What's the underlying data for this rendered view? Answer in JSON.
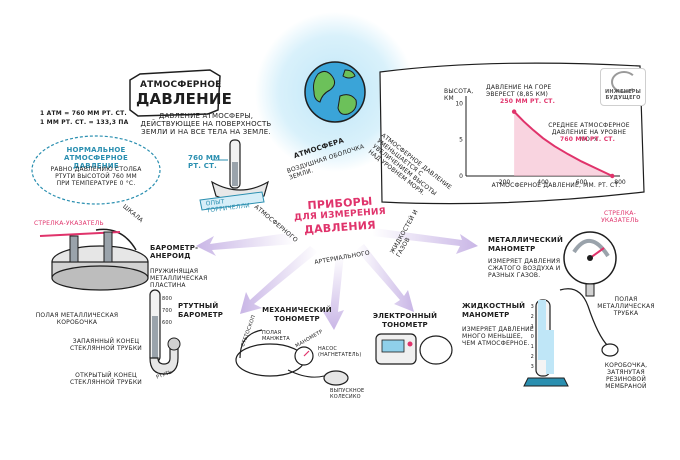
{
  "header": {
    "title_line1": "АТМОСФЕРНОЕ",
    "title_line2": "ДАВЛЕНИЕ",
    "definition": "ДАВЛЕНИЕ АТМОСФЕРЫ, ДЕЙСТВУЮЩЕЕ НА ПОВЕРХНОСТЬ ЗЕМЛИ И НА ВСЕ ТЕЛА НА ЗЕМЛЕ.",
    "conversion_line1": "1 АТМ = 760 ММ РТ. СТ.",
    "conversion_line2": "1 ММ РТ. СТ. = 133,3 ПА"
  },
  "normal_pressure": {
    "title": "НОРМАЛЬНОЕ АТМОСФЕРНОЕ ДАВЛЕНИЕ",
    "text": "РАВНО ДАВЛЕНИЮ СТОЛБА РТУТИ ВЫСОТОЙ 760 ММ ПРИ ТЕМПЕРАТУРЕ 0 °С.",
    "torricelli_value": "760 ММ РТ. СТ.",
    "torricelli_label": "ОПЫТ ТОРРИЧЕЛЛИ"
  },
  "atmosphere": {
    "title": "АТМОСФЕРА",
    "text": "ВОЗДУШНАЯ ОБОЛОЧКА ЗЕМЛИ.",
    "decrease_text": "АТМОСФЕРНОЕ ДАВЛЕНИЕ УМЕНЬШАЕТСЯ С УВЕЛИЧЕНИЕМ ВЫСОТЫ НАД УРОВНЕМ МОРЯ."
  },
  "logo": {
    "line1": "ИНЖЕНЕРЫ",
    "line2": "БУДУЩЕГО"
  },
  "chart": {
    "ylabel_line1": "ВЫСОТА,",
    "ylabel_line2": "КМ",
    "xlabel": "АТМОСФЕРНОЕ ДАВЛЕНИЕ, ММ. РТ. СТ.",
    "yticks": [
      "10",
      "5",
      "0"
    ],
    "xticks": [
      "200",
      "400",
      "600",
      "800"
    ],
    "everest_label": "ДАВЛЕНИЕ НА ГОРЕ ЭВЕРЕСТ (8,85 КМ)",
    "everest_value": "250 ММ РТ. СТ.",
    "sea_label": "СРЕДНЕЕ АТМОСФЕРНОЕ ДАВЛЕНИЕ НА УРОВНЕ МОРЯ",
    "sea_value": "760 ММ РТ. СТ."
  },
  "chart_data": {
    "type": "line",
    "x": [
      250,
      300,
      350,
      400,
      460,
      530,
      600,
      680,
      760
    ],
    "y": [
      8.85,
      7.5,
      6.3,
      5.2,
      4.1,
      3.0,
      2.0,
      1.0,
      0
    ],
    "xlim": [
      0,
      800
    ],
    "ylim": [
      0,
      11
    ],
    "xlabel": "АТМОСФЕРНОЕ ДАВЛЕНИЕ, ММ. РТ. СТ.",
    "ylabel": "ВЫСОТА, КМ",
    "xticks": [
      200,
      400,
      600,
      800
    ],
    "yticks": [
      0,
      5,
      10
    ]
  },
  "center": {
    "title_line1": "ПРИБОРЫ",
    "title_line2": "ДЛЯ ИЗМЕРЕНИЯ",
    "title_line3": "ДАВЛЕНИЯ",
    "branch_atmospheric": "АТМОСФЕРНОГО",
    "branch_arterial": "АРТЕРИАЛЬНОГО",
    "branch_liquids": "ЖИДКОСТЕЙ И ГАЗОВ"
  },
  "aneroid": {
    "title": "БАРОМЕТР-АНЕРОИД",
    "pointer_label": "СТРЕЛКА-УКАЗАТЕЛЬ",
    "scale_label": "ШКАЛА",
    "spring_label": "ПРУЖИНЯЩАЯ МЕТАЛЛИЧЕСКАЯ ПЛАСТИНА",
    "box_label": "ПОЛАЯ МЕТАЛЛИЧЕСКАЯ КОРОБОЧКА"
  },
  "mercury": {
    "title_line1": "РТУТНЫЙ",
    "title_line2": "БАРОМЕТР",
    "scale": [
      "800",
      "700",
      "600"
    ],
    "closed_end": "ЗАПАЯННЫЙ КОНЕЦ СТЕКЛЯННОЙ ТРУБКИ",
    "open_end": "ОТКРЫТЫЙ КОНЕЦ СТЕКЛЯННОЙ ТРУБКИ",
    "mercury_label": "РТУТЬ"
  },
  "mechanical": {
    "title_line1": "МЕХАНИЧЕСКИЙ",
    "title_line2": "ТОНОМЕТР",
    "stethoscope": "СТЕТОСКОП",
    "cuff": "ПОЛАЯ МАНЖЕТА",
    "manometer": "МАНОМЕТР",
    "pump": "НАСОС (НАГНЕТАТЕЛЬ)",
    "valve": "ВЫПУСКНОЕ КОЛЕСИКО"
  },
  "electronic": {
    "title_line1": "ЭЛЕКТРОННЫЙ",
    "title_line2": "ТОНОМЕТР"
  },
  "liquid": {
    "title_line1": "ЖИДКОСТНЫЙ",
    "title_line2": "МАНОМЕТР",
    "text": "ИЗМЕРЯЕТ ДАВЛЕНИЕ МНОГО МЕНЬШЕЕ, ЧЕМ АТМОСФЕРНОЕ.",
    "scale": [
      "3",
      "2",
      "1",
      "0",
      "1",
      "2",
      "3"
    ],
    "box_label": "КОРОБОЧКА, ЗАТЯНУТАЯ РЕЗИНОВОЙ МЕМБРАНОЙ"
  },
  "metal": {
    "title_line1": "МЕТАЛЛИЧЕСКИЙ",
    "title_line2": "МАНОМЕТР",
    "text": "ИЗМЕРЯЕТ ДАВЛЕНИЯ СЖАТОГО ВОЗДУХА И РАЗНЫХ ГАЗОВ.",
    "pointer_label": "СТРЕЛКА-УКАЗАТЕЛЬ",
    "tube_label": "ПОЛАЯ МЕТАЛЛИЧЕСКАЯ ТРУБКА"
  },
  "colors": {
    "accent_pink": "#e0336b",
    "teal": "#2a8fb0",
    "arrow_purple": "#c9b6e6",
    "chart_fill": "#f5b8cc"
  }
}
